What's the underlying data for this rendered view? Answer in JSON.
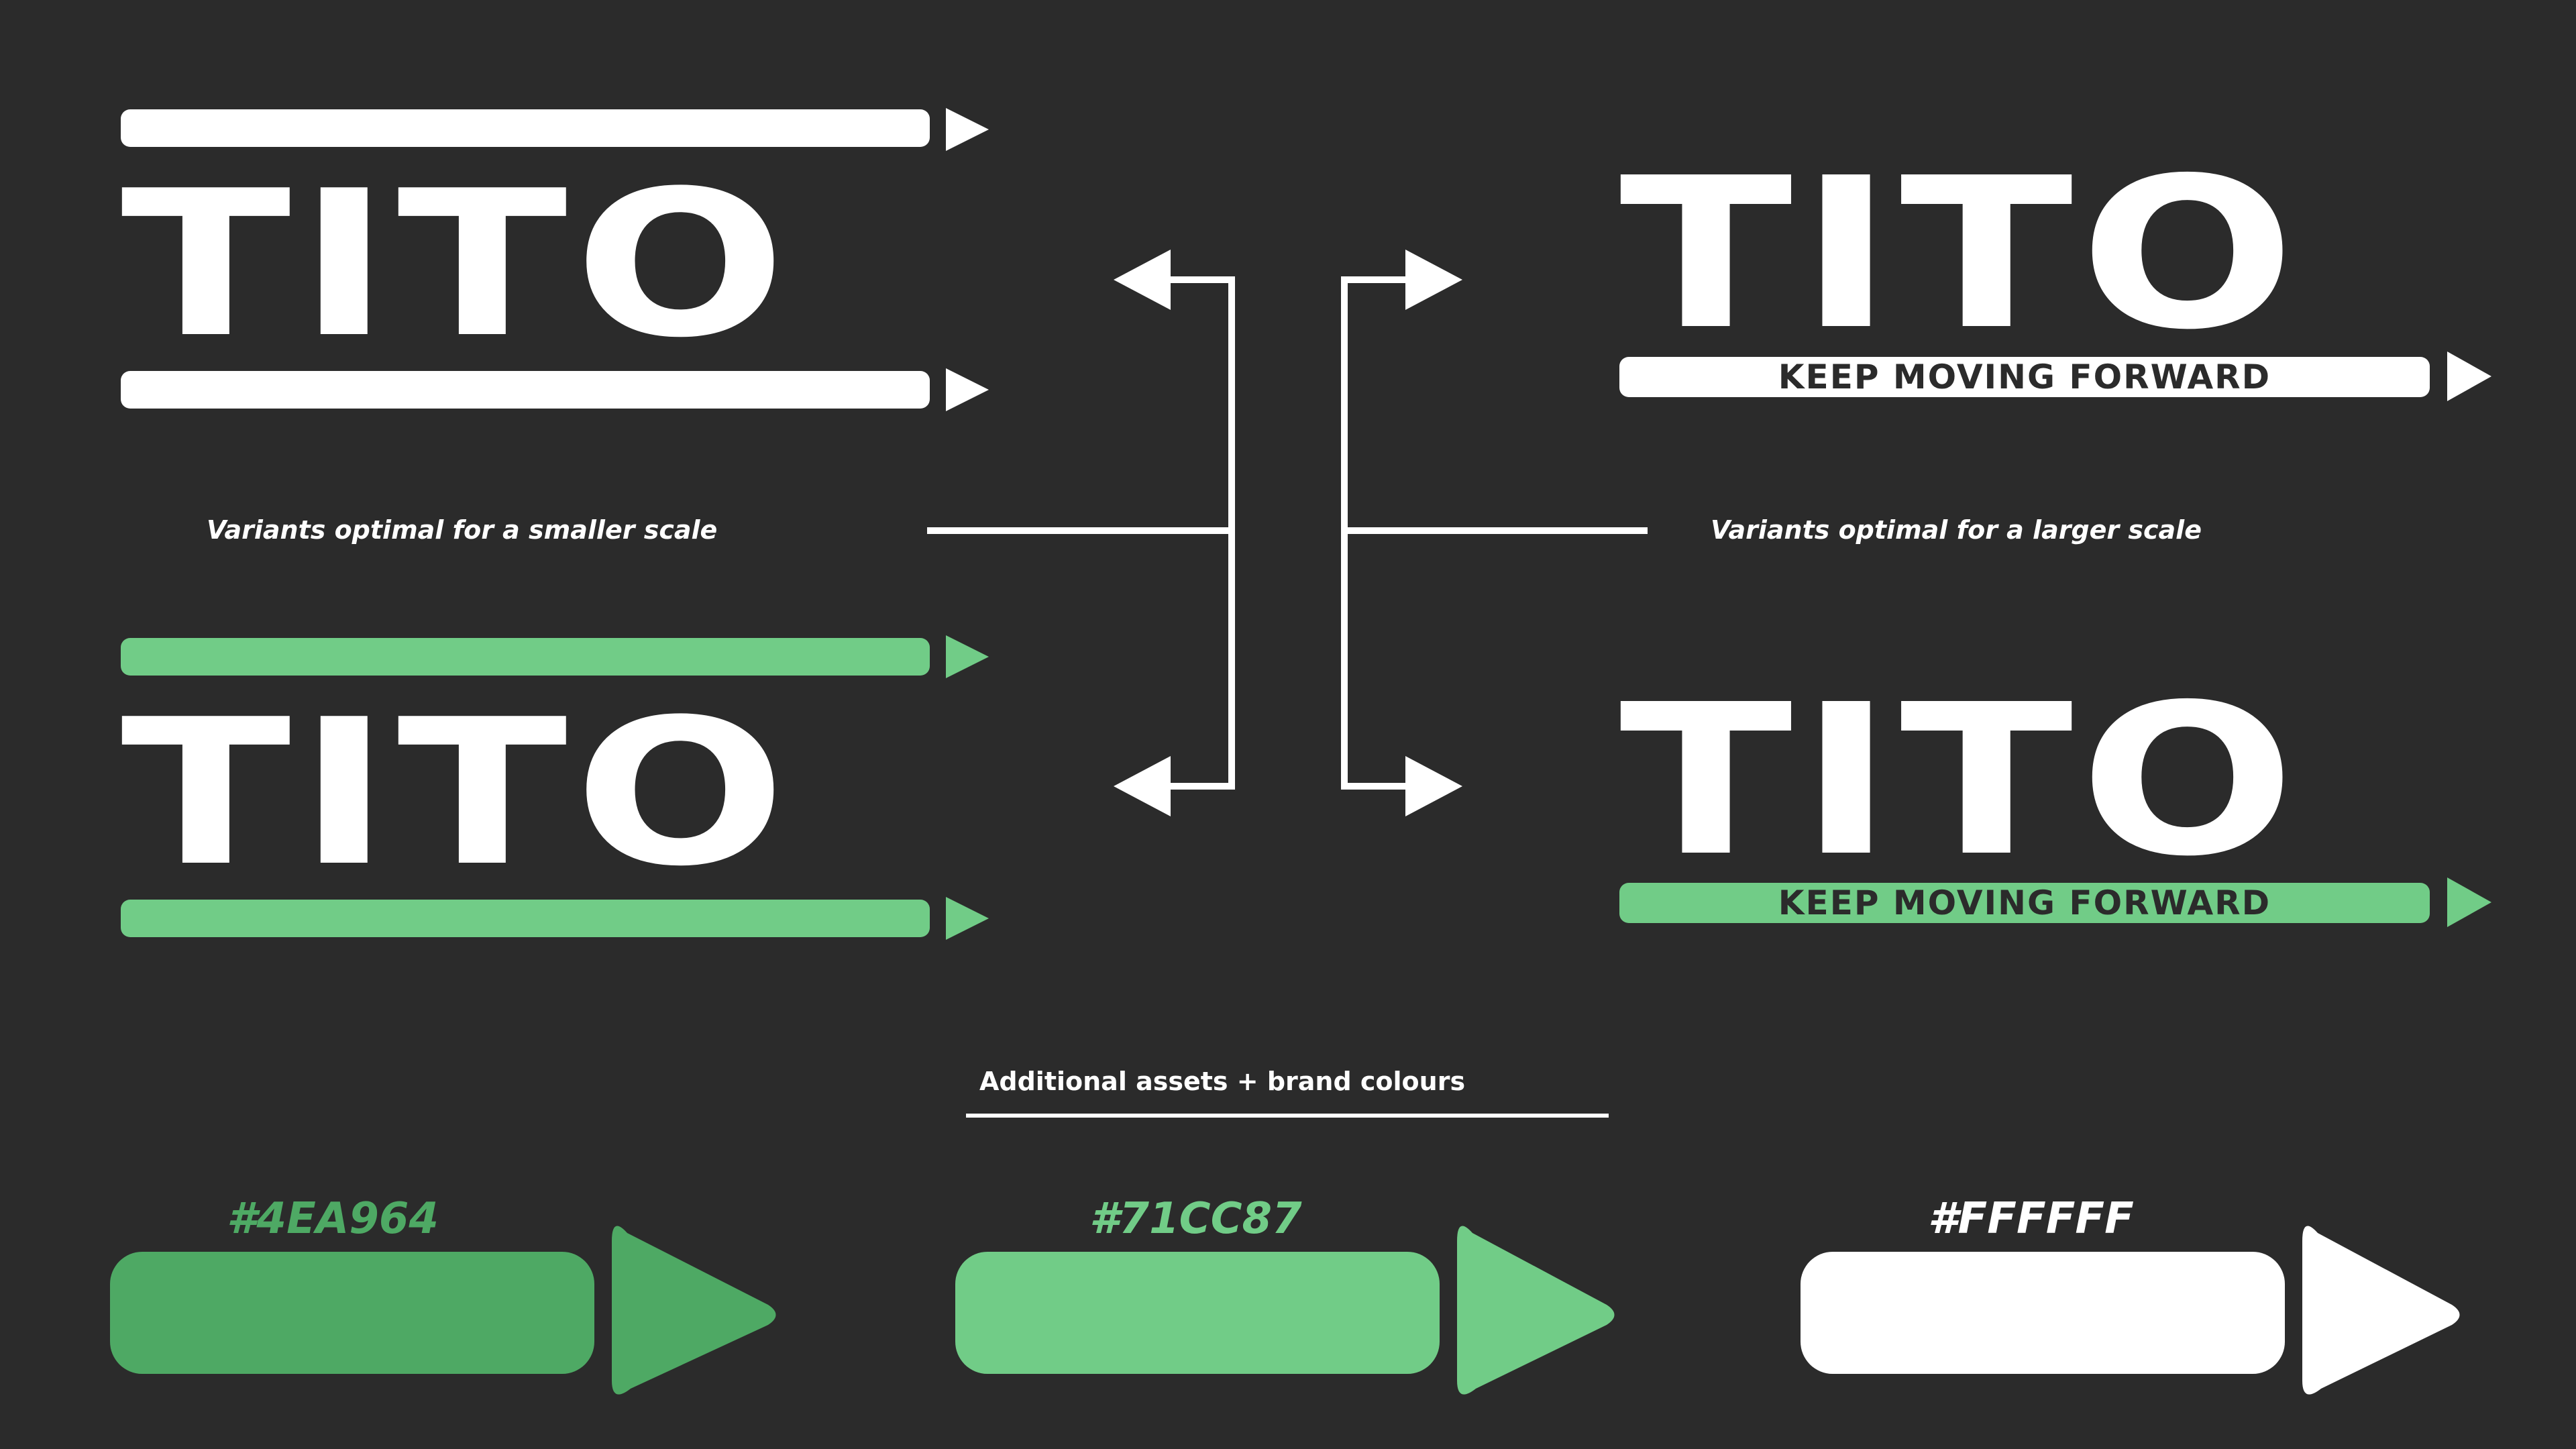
{
  "logos": {
    "small_white": {
      "wordmark": "TITO"
    },
    "small_green": {
      "wordmark": "TITO"
    },
    "large_white": {
      "wordmark": "TITO",
      "tagline": "KEEP MOVING FORWARD"
    },
    "large_green": {
      "wordmark": "TITO",
      "tagline": "KEEP MOVING FORWARD"
    }
  },
  "captions": {
    "small_scale": "Variants optimal for a smaller scale",
    "large_scale": "Variants optimal for a larger scale",
    "assets_heading": "Additional assets + brand colours"
  },
  "swatches": [
    {
      "label": "#4EA964",
      "color": "#4EA964"
    },
    {
      "label": "#71CC87",
      "color": "#71CC87"
    },
    {
      "label": "#FFFFFF",
      "color": "#FFFFFF"
    }
  ],
  "colors": {
    "background": "#2b2b2b",
    "primary": "#FFFFFF",
    "green_light": "#71CC87",
    "green_dark": "#4EA964"
  }
}
